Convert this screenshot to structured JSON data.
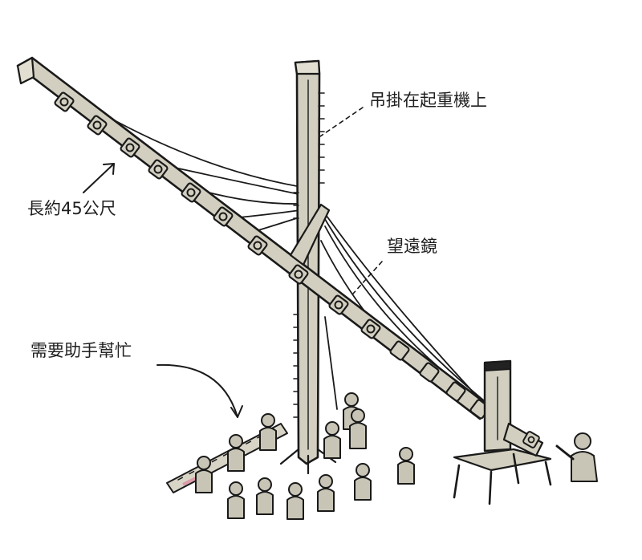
{
  "labels": {
    "hang": "吊掛在起重機上",
    "length": "長約45公尺",
    "telescope": "望遠鏡",
    "helpers": "需要助手幫忙"
  },
  "colors": {
    "wood": "#d2cfc0",
    "people": "#c8c5b6",
    "ink": "#1a1a1a",
    "sky_tint": "#dc9aa8"
  }
}
